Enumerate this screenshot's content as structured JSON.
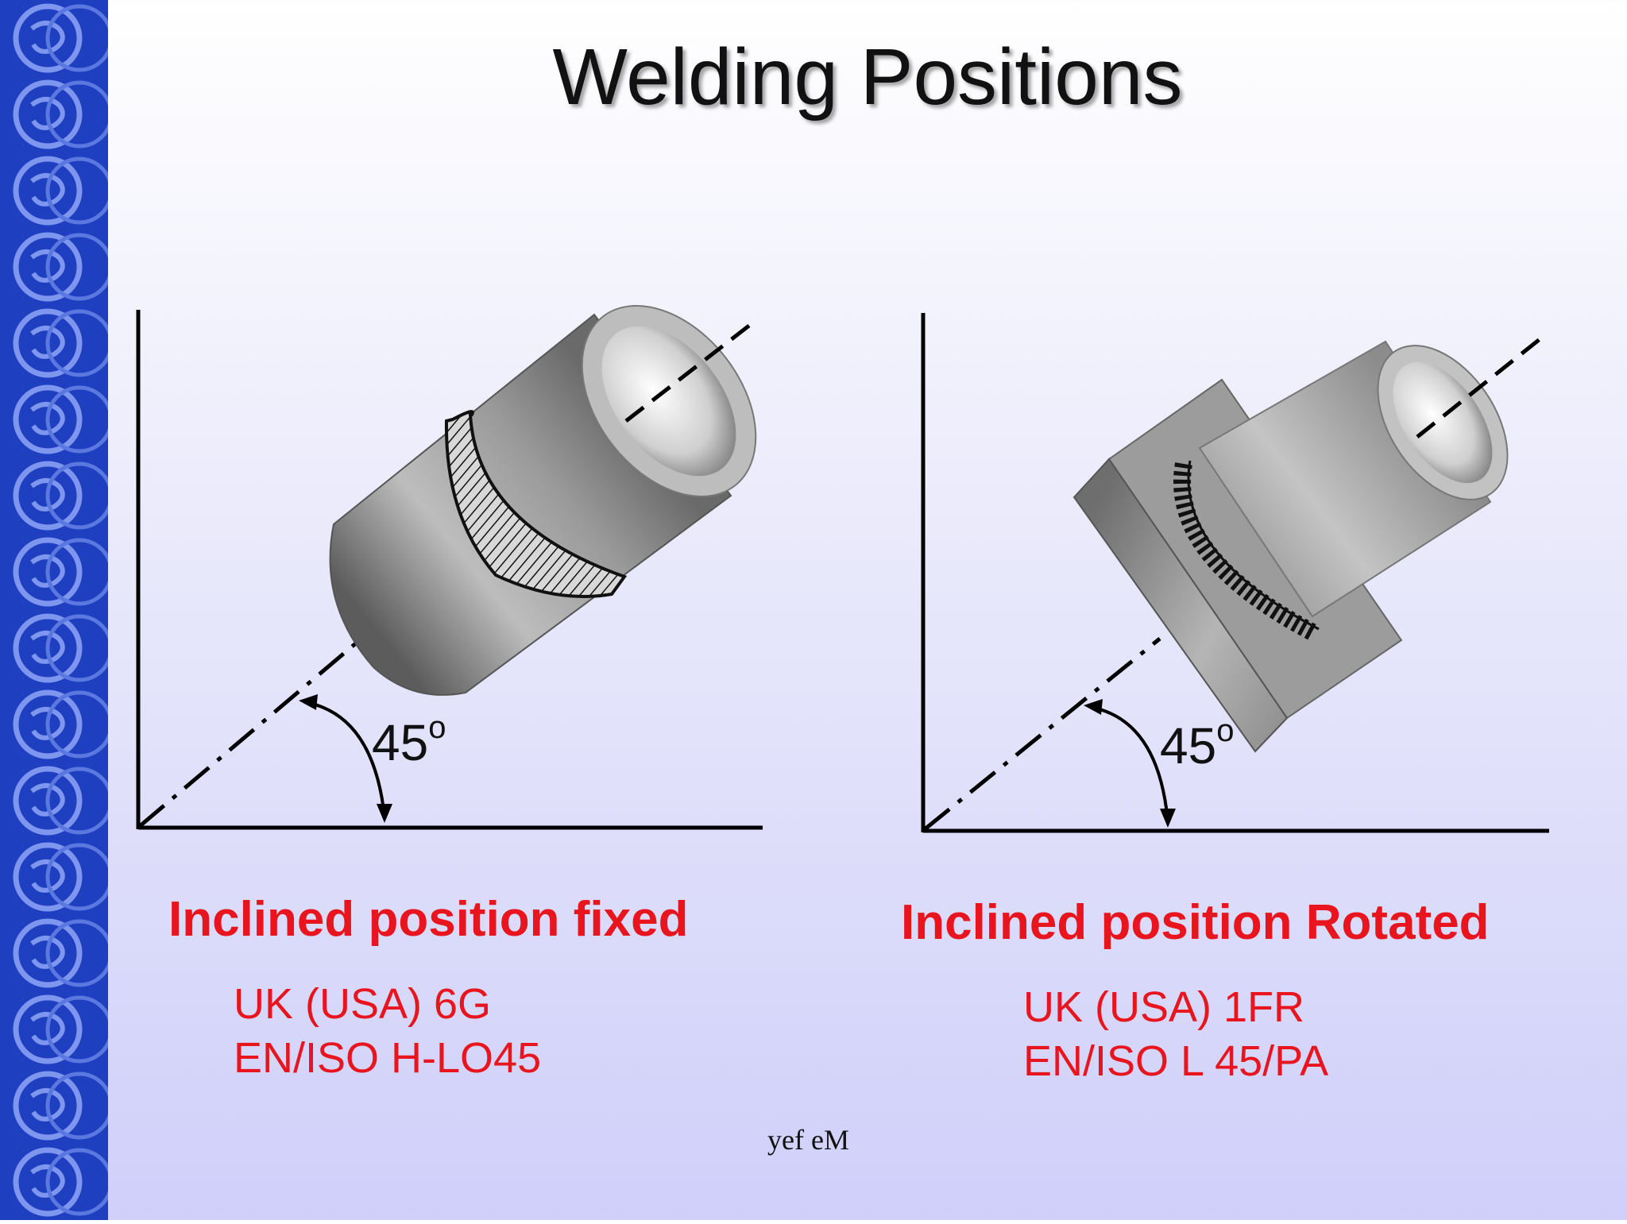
{
  "slide": {
    "title": "Welding Positions",
    "footer": "yef eM"
  },
  "left_panel": {
    "angle_value": "45",
    "angle_superscript": "o",
    "caption": "Inclined position fixed",
    "code_uk": "UK (USA) 6G",
    "code_en": "EN/ISO H-LO45"
  },
  "right_panel": {
    "angle_value": "45",
    "angle_superscript": "o",
    "caption": "Inclined position Rotated",
    "code_uk": "UK (USA) 1FR",
    "code_en": "EN/ISO L 45/PA"
  },
  "colors": {
    "side_band": "#1e3fc0",
    "caption_red": "#e8141e",
    "pipe_gray": "#a9a9a9"
  }
}
